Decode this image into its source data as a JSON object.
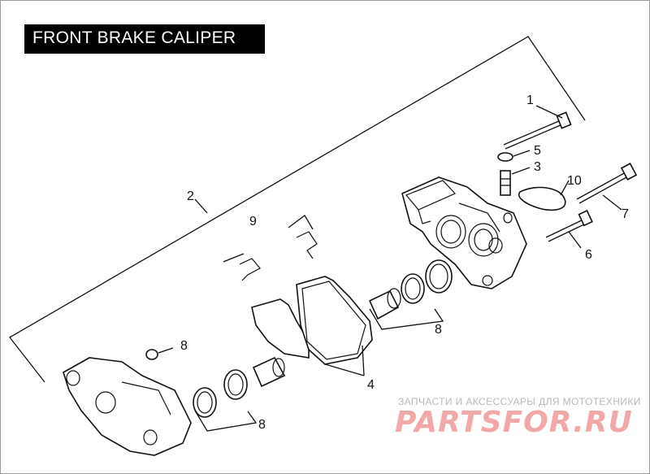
{
  "title": "FRONT BRAKE CALIPER",
  "callouts": {
    "c1": "1",
    "c2": "2",
    "c3": "3",
    "c4": "4",
    "c5": "5",
    "c6": "6",
    "c7": "7",
    "c8a": "8",
    "c8b": "8",
    "c8c": "8",
    "c9": "9",
    "c10": "10"
  },
  "watermark": {
    "line1": "ЗАПЧАСТИ И АКСЕССУАРЫ ДЛЯ МОТОТЕХНИКИ",
    "line2": "PARTSFOR.RU"
  },
  "colors": {
    "ink": "#111111",
    "watermark": "#f2a8a8"
  }
}
